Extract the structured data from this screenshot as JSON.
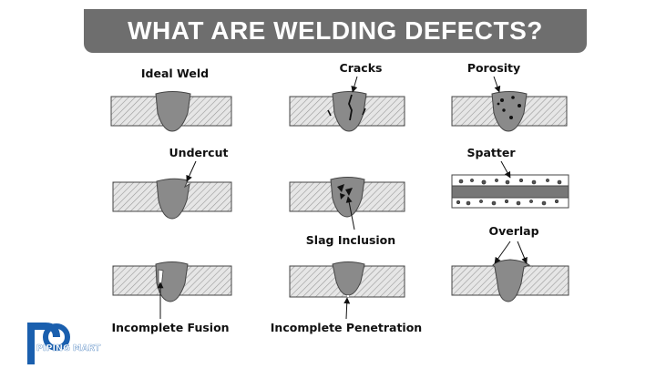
{
  "header": {
    "title": "WHAT ARE WELDING DEFECTS?"
  },
  "colors": {
    "banner": "#6e6e6e",
    "weld": "#8a8a8a",
    "plate": "#e0e0e0",
    "hatch": "#9a9a9a",
    "logo": "#1a5fae"
  },
  "defects": [
    {
      "id": "ideal-weld",
      "label": "Ideal Weld"
    },
    {
      "id": "cracks",
      "label": "Cracks"
    },
    {
      "id": "porosity",
      "label": "Porosity"
    },
    {
      "id": "undercut",
      "label": "Undercut"
    },
    {
      "id": "slag-inclusion",
      "label": "Slag Inclusion"
    },
    {
      "id": "spatter",
      "label": "Spatter"
    },
    {
      "id": "incomplete-fusion",
      "label": "Incomplete Fusion"
    },
    {
      "id": "incomplete-penetration",
      "label": "Incomplete Penetration"
    },
    {
      "id": "overlap",
      "label": "Overlap"
    }
  ],
  "logo": {
    "name": "PIPING MART",
    "icon": "pm-logo-icon"
  }
}
